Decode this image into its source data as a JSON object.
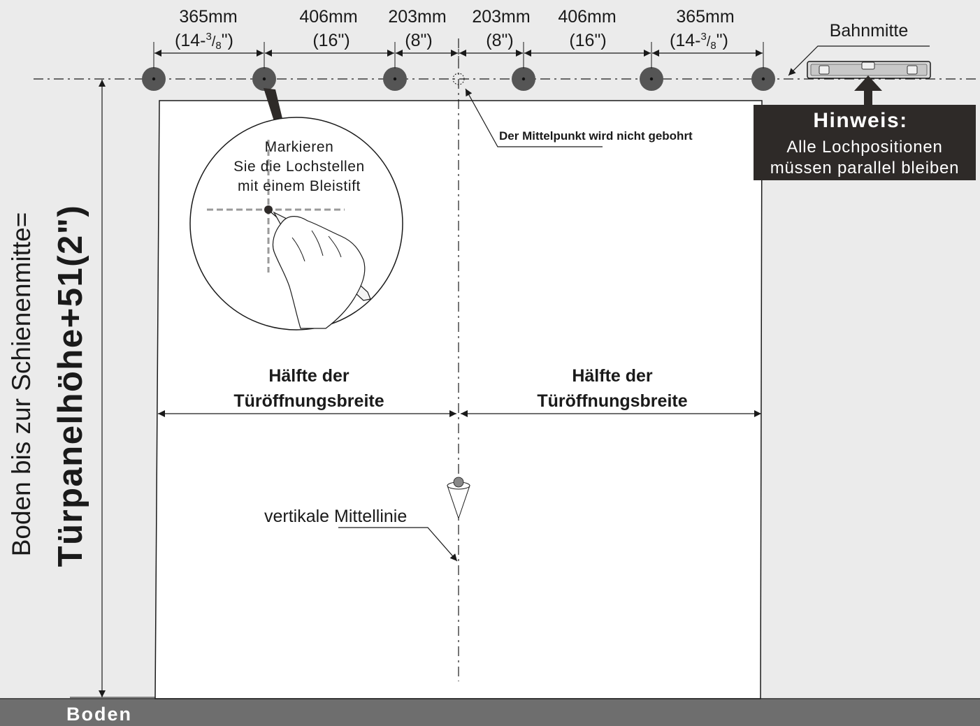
{
  "dimensions": [
    {
      "mm": "365mm",
      "in_main": "(14-",
      "in_frac_num": "3",
      "in_frac_den": "8",
      "in_end": "\")"
    },
    {
      "mm": "406mm",
      "in_main": "(16\")"
    },
    {
      "mm": "203mm",
      "in_main": "(8\")"
    },
    {
      "mm": "203mm",
      "in_main": "(8\")"
    },
    {
      "mm": "406mm",
      "in_main": "(16\")"
    },
    {
      "mm": "365mm",
      "in_main": "(14-",
      "in_frac_num": "3",
      "in_frac_den": "8",
      "in_end": "\")"
    }
  ],
  "labels": {
    "track_center": "Bahnmitte",
    "center_not_drilled": "Der Mittelpunkt wird nicht gebohrt",
    "mark_line1": "Markieren",
    "mark_line2": "Sie die Lochstellen",
    "mark_line3": "mit einem Bleistift",
    "half_left_1": "Hälfte der",
    "half_left_2": "Türöffnungsbreite",
    "half_right_1": "Hälfte der",
    "half_right_2": "Türöffnungsbreite",
    "vertical_center": "vertikale Mittellinie",
    "height_line1": "Boden bis zur Schienenmitte=",
    "height_line2": "Türpanelhöhe+51(2\")",
    "floor": "Boden"
  },
  "note": {
    "title": "Hinweis:",
    "line1": "Alle Lochpositionen",
    "line2": "müssen parallel bleiben"
  },
  "colors": {
    "background": "#ebebeb",
    "door": "#ffffff",
    "hole": "#555555",
    "floor": "#6e6e6e",
    "note_box": "#2e2a28",
    "line": "#1a1a1a"
  }
}
